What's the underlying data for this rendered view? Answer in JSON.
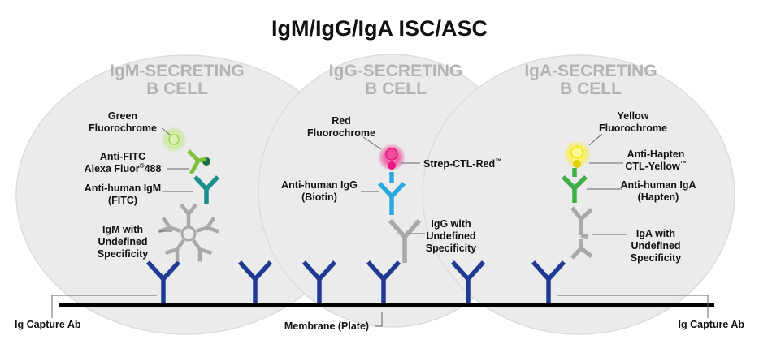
{
  "title": "IgM/IgG/IgA ISC/ASC",
  "cells": [
    {
      "line1": "IgM-SECRETING",
      "line2": "B CELL"
    },
    {
      "line1": "IgG-SECRETING",
      "line2": "B CELL"
    },
    {
      "line1": "IgA-SECRETING",
      "line2": "B CELL"
    }
  ],
  "igm": {
    "fluoro": [
      "Green",
      "Fluorochrome"
    ],
    "anti_fitc": [
      "Anti-FITC",
      "Alexa Fluor",
      "®",
      "488"
    ],
    "anti_igm": [
      "Anti-human IgM",
      "(FITC)"
    ],
    "igm_with": [
      "IgM with",
      "Undefined",
      "Specificity"
    ]
  },
  "igg": {
    "fluoro": [
      "Red",
      "Fluorochrome"
    ],
    "strep": [
      "Strep-CTL-Red",
      "™"
    ],
    "anti_igg": [
      "Anti-human IgG",
      "(Biotin)"
    ],
    "igg_with": [
      "IgG with",
      "Undefined",
      "Specificity"
    ]
  },
  "iga": {
    "fluoro": [
      "Yellow",
      "Fluorochrome"
    ],
    "anti_hapten": [
      "Anti-Hapten",
      "CTL-Yellow",
      "™"
    ],
    "anti_iga": [
      "Anti-human IgA",
      "(Hapten)"
    ],
    "iga_with": [
      "IgA with",
      "Undefined",
      "Specificity"
    ]
  },
  "bottom": {
    "capture_left": "Ig Capture Ab",
    "membrane": "Membrane (Plate)",
    "capture_right": "Ig Capture Ab"
  },
  "colors": {
    "cell_fill": "#ebebeb",
    "capture_ab": "#1f3a93",
    "membrane": "#000000",
    "undefined_ig": "#a9a9a9",
    "anti_igm": "#1b8f8f",
    "anti_fitc": "#7cc23a",
    "green_fluor": "#b6e37a",
    "anti_igg": "#29a9e0",
    "red_fluor": "#e6177e",
    "anti_iga": "#3fae49",
    "yellow_fluor": "#f3e500"
  }
}
